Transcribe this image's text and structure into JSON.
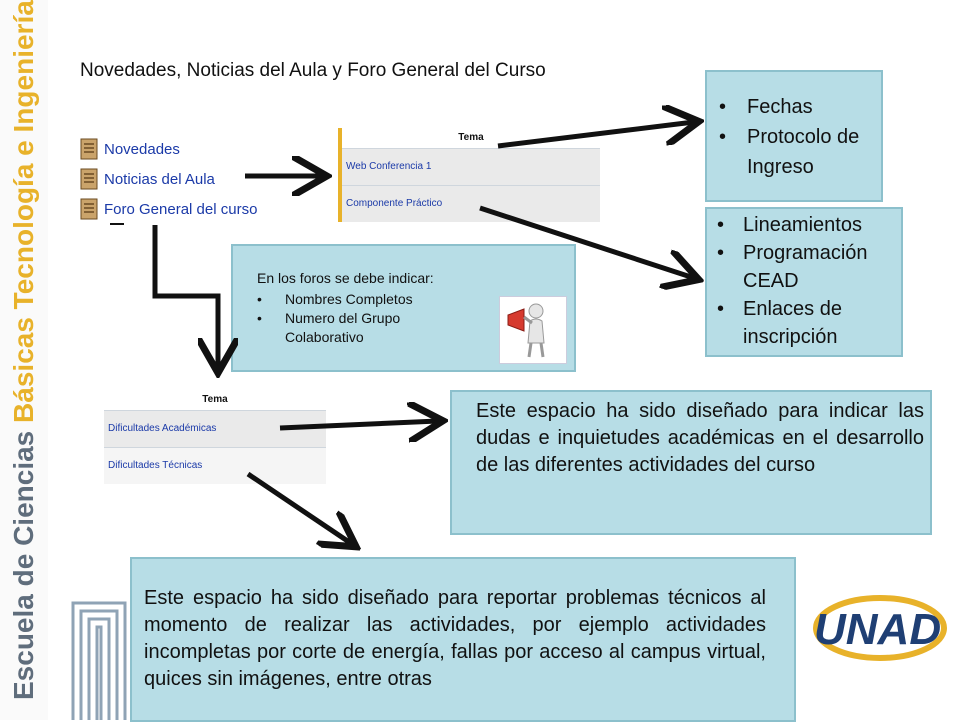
{
  "side_banner": {
    "part1": "Escuela de Ciencias ",
    "part2": "Básicas Tecnología e Ingeniería"
  },
  "title": "Novedades,  Noticias del Aula y Foro General del Curso",
  "menu": [
    {
      "label": "Novedades",
      "icon": "document-icon"
    },
    {
      "label": "Noticias del Aula",
      "icon": "document-icon"
    },
    {
      "label": "Foro General del curso",
      "icon": "document-icon"
    }
  ],
  "table_top": {
    "header": "Tema",
    "rows": [
      "Web Conferencia 1",
      "Componente Práctico"
    ]
  },
  "table_bottom": {
    "header": "Tema",
    "rows": [
      "Dificultades Académicas",
      "Dificultades Técnicas"
    ]
  },
  "box_fechas": {
    "items": [
      "Fechas",
      "Protocolo de Ingreso"
    ]
  },
  "box_lineamientos": {
    "items": [
      "Lineamientos",
      "Programación CEAD",
      "Enlaces de inscripción"
    ]
  },
  "box_foros": {
    "intro": "En los foros se debe indicar:",
    "items": [
      "Nombres Completos",
      "Numero del Grupo Colaborativo"
    ]
  },
  "box_dudas": {
    "text": "Este espacio ha sido diseñado para indicar las dudas e inquietudes académicas en el desarrollo de las diferentes actividades del curso"
  },
  "box_tecnicos": {
    "text": "Este espacio ha sido diseñado para reportar problemas técnicos al momento de realizar las actividades, por ejemplo actividades incompletas por corte de energía, fallas por acceso al campus virtual, quices sin imágenes, entre otras"
  },
  "logo": {
    "text": "UNAD"
  },
  "colors": {
    "accent_yellow": "#e8b22a",
    "box_fill": "#b7dde6",
    "link_blue": "#1b3aa8",
    "banner_gray": "#5f6d7c"
  }
}
